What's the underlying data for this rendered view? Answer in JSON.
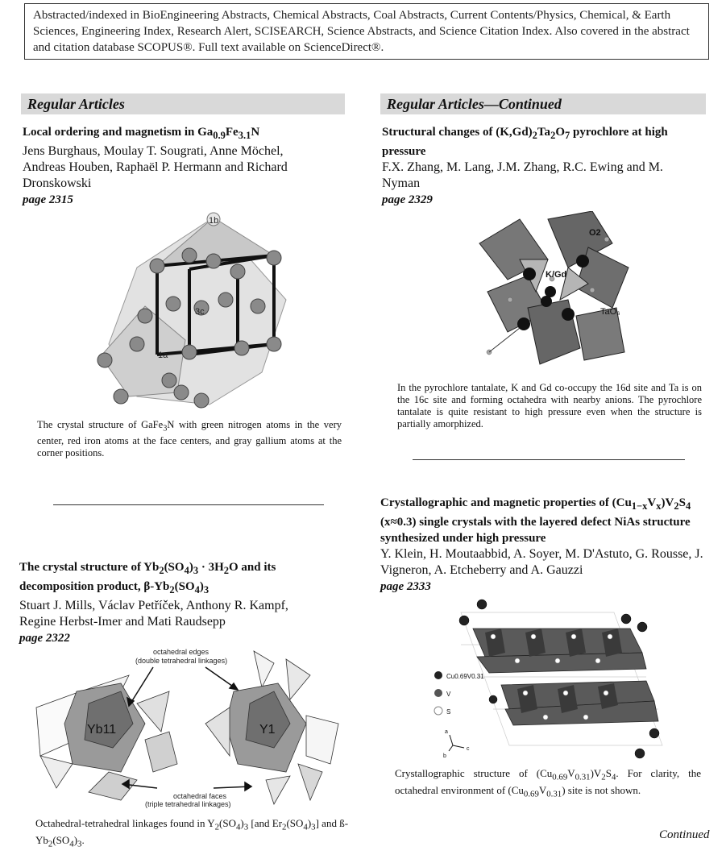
{
  "header": {
    "notice": "Abstracted/indexed in BioEngineering Abstracts, Chemical Abstracts, Coal Abstracts, Current Contents/Physics, Chemical, & Earth Sciences, Engineering Index, Research Alert, SCISEARCH, Science Abstracts, and Science Citation Index. Also covered in the abstract and citation database SCOPUS®. Full text available on ScienceDirect®."
  },
  "left_section": {
    "heading": "Regular Articles"
  },
  "right_section": {
    "heading": "Regular Articles—Continued"
  },
  "articles": [
    {
      "title_prefix": "Local ordering and magnetism in Ga",
      "title_sub1": "0.9",
      "title_mid": "Fe",
      "title_sub2": "3.1",
      "title_end": "N",
      "authors": "Jens Burghaus, Moulay T. Sougrati, Anne Möchel, Andreas Houben, Raphaël P. Hermann and Richard Dronskowski",
      "page": "page 2315",
      "figure_labels": [
        "1b",
        "3c",
        "1a"
      ],
      "caption_pre": "The crystal structure of GaFe",
      "caption_sub": "3",
      "caption_post": "N with green nitrogen atoms in the very center, red iron atoms at the face centers, and gray gallium atoms at the corner positions."
    },
    {
      "title_a": "Structural changes of (K,Gd)",
      "sub_a": "2",
      "title_b": "Ta",
      "sub_b": "2",
      "title_c": "O",
      "sub_c": "7",
      "title_d": " pyrochlore at high pressure",
      "authors": "F.X. Zhang, M. Lang, J.M. Zhang, R.C. Ewing and M. Nyman",
      "page": "page 2329",
      "figure_labels": [
        "O2",
        "K/Gd",
        "TaO₆"
      ],
      "caption": "In the pyrochlore tantalate, K and Gd co-occupy the 16d site and Ta is on the 16c site and forming octahedra with nearby anions. The pyrochlore tantalate is quite resistant to high pressure even when the structure is partially amorphized."
    },
    {
      "title_a": "The crystal structure of Yb",
      "sub_a": "2",
      "title_b": "(SO",
      "sub_b": "4",
      "title_c": ")",
      "sub_c": "3",
      "title_d": " · 3H",
      "sub_d": "2",
      "title_e": "O and its decomposition product, β-Yb",
      "sub_e": "2",
      "title_f": "(SO",
      "sub_f": "4",
      "title_g": ")",
      "sub_g": "3",
      "authors": "Stuart J. Mills, Václav Petříček, Anthony R. Kampf, Regine Herbst-Imer and Mati Raudsepp",
      "page": "page 2322",
      "figure_labels": [
        "octahedral edges",
        "(double tetrahedral linkages)",
        "Yb11",
        "Y1",
        "octahedral faces",
        "(triple tetrahedral linkages)"
      ],
      "caption_a": "Octahedral-tetrahedral linkages found in Y",
      "caption_b": "(SO",
      "caption_c": ")",
      "caption_d": " [and Er",
      "caption_e": "(SO",
      "caption_f": ")",
      "caption_g": "] and ß-Yb",
      "caption_h": "(SO",
      "caption_i": ")",
      "caption_j": "."
    },
    {
      "title_a": "Crystallographic and magnetic properties of (Cu",
      "sub_a": "1−x",
      "title_b": "V",
      "sub_b": "x",
      "title_c": ")V",
      "sub_c": "2",
      "title_d": "S",
      "sub_d": "4",
      "title_e": " (x≈0.3) single crystals with the layered defect NiAs structure synthesized under high pressure",
      "authors": "Y. Klein, H. Moutaabbid, A. Soyer, M. D'Astuto, G. Rousse, J. Vigneron, A. Etcheberry and A. Gauzzi",
      "page": "page 2333",
      "legend": [
        "Cu0.69V0.31",
        "V",
        "S"
      ],
      "axes": [
        "a",
        "b",
        "c"
      ],
      "caption_a": "Crystallographic structure of (Cu",
      "caption_b": "0.69",
      "caption_c": "V",
      "caption_d": "0.31",
      "caption_e": ")V",
      "caption_f": "2",
      "caption_g": "S",
      "caption_h": "4",
      "caption_i": ". For clarity, the octahedral environment of (Cu",
      "caption_j": "0.69",
      "caption_k": "V",
      "caption_l": "0.31",
      "caption_m": ") site is not shown."
    }
  ],
  "footer": {
    "continued": "Continued"
  }
}
